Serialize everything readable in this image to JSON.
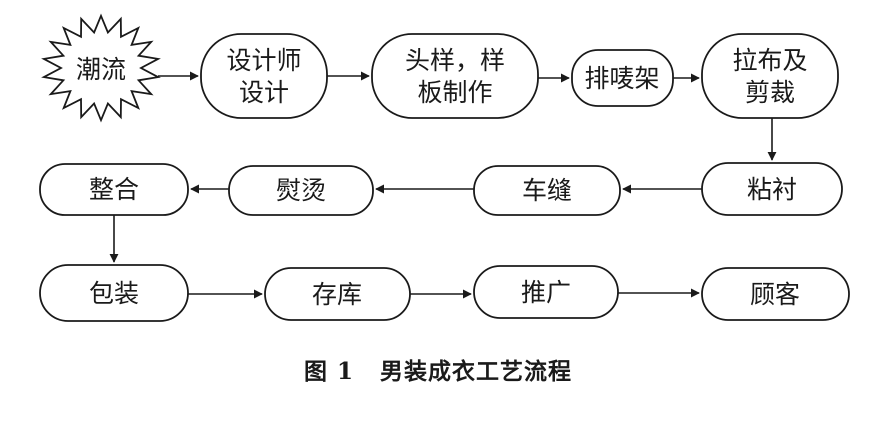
{
  "diagram": {
    "nodes": {
      "n1": [
        "潮流"
      ],
      "n2": [
        "设计师",
        "设计"
      ],
      "n3": [
        "头样，样",
        "板制作"
      ],
      "n4": [
        "排唛架"
      ],
      "n5": [
        "拉布及",
        "剪裁"
      ],
      "n6": [
        "粘衬"
      ],
      "n7": [
        "车缝"
      ],
      "n8": [
        "熨烫"
      ],
      "n9": [
        "整合"
      ],
      "n10": [
        "包装"
      ],
      "n11": [
        "存库"
      ],
      "n12": [
        "推广"
      ],
      "n13": [
        "顾客"
      ]
    },
    "edges": [
      [
        "n1",
        "n2"
      ],
      [
        "n2",
        "n3"
      ],
      [
        "n3",
        "n4"
      ],
      [
        "n4",
        "n5"
      ],
      [
        "n5",
        "n6"
      ],
      [
        "n6",
        "n7"
      ],
      [
        "n7",
        "n8"
      ],
      [
        "n8",
        "n9"
      ],
      [
        "n9",
        "n10"
      ],
      [
        "n10",
        "n11"
      ],
      [
        "n11",
        "n12"
      ],
      [
        "n12",
        "n13"
      ]
    ]
  },
  "caption": {
    "figure_number": "图 1",
    "title": "男装成衣工艺流程"
  }
}
